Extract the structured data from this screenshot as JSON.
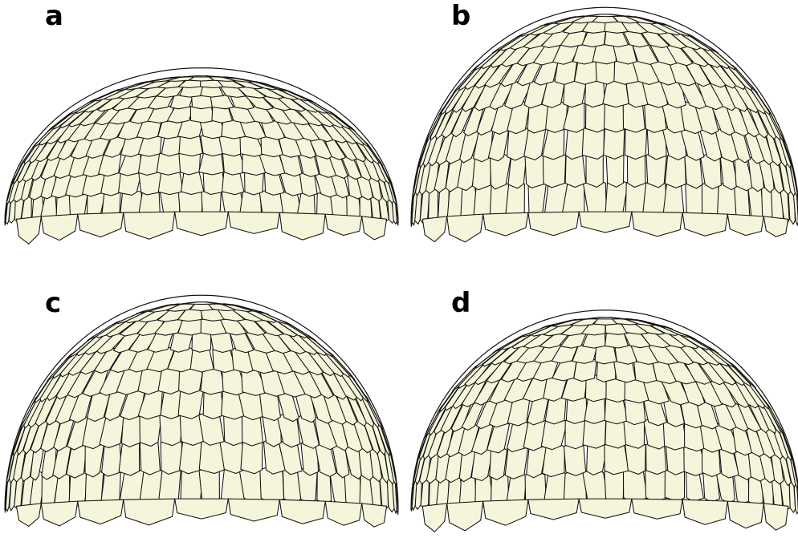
{
  "figure": {
    "panels": [
      {
        "id": "a",
        "label": "a"
      },
      {
        "id": "b",
        "label": "b"
      },
      {
        "id": "c",
        "label": "c"
      },
      {
        "id": "d",
        "label": "d"
      }
    ]
  },
  "style": {
    "cell_fill": "#f5f5dc",
    "edge_color": "#111111",
    "background": "#ffffff"
  }
}
